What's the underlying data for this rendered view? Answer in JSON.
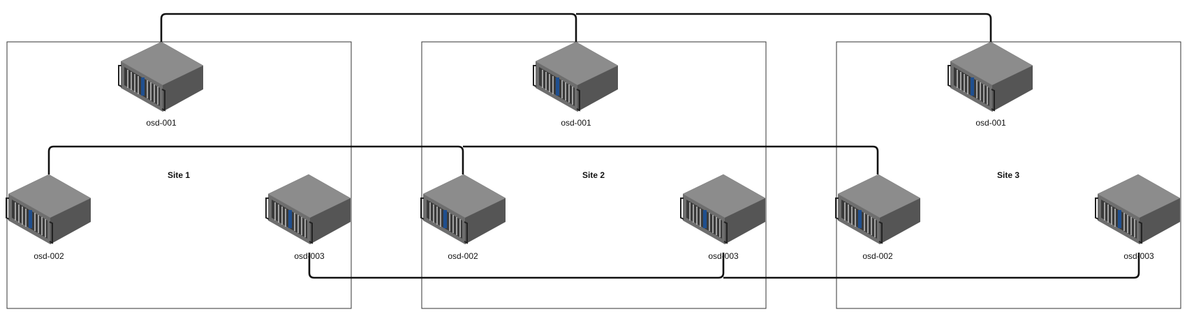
{
  "colors": {
    "background": "#ffffff",
    "box_border": "#333333",
    "wire": "#111111",
    "server_top": "#8c8c8c",
    "server_front": "#6e6e6e",
    "server_side": "#555555",
    "drive_blue": "#1f4f8f"
  },
  "sites": [
    {
      "label": "Site 1",
      "nodes": [
        {
          "label": "osd-001",
          "icon": "rack-server-icon"
        },
        {
          "label": "osd-002",
          "icon": "rack-server-icon"
        },
        {
          "label": "osd-003",
          "icon": "rack-server-icon"
        }
      ]
    },
    {
      "label": "Site 2",
      "nodes": [
        {
          "label": "osd-001",
          "icon": "rack-server-icon"
        },
        {
          "label": "osd-002",
          "icon": "rack-server-icon"
        },
        {
          "label": "osd-003",
          "icon": "rack-server-icon"
        }
      ]
    },
    {
      "label": "Site 3",
      "nodes": [
        {
          "label": "osd-001",
          "icon": "rack-server-icon"
        },
        {
          "label": "osd-002",
          "icon": "rack-server-icon"
        },
        {
          "label": "osd-003",
          "icon": "rack-server-icon"
        }
      ]
    }
  ],
  "links": [
    {
      "from": "Site 1 osd-001",
      "to": [
        "Site 2 osd-001",
        "Site 3 osd-001"
      ]
    },
    {
      "from": "Site 1 osd-002",
      "to": [
        "Site 2 osd-002",
        "Site 3 osd-002"
      ]
    },
    {
      "from": "Site 1 osd-003",
      "to": [
        "Site 2 osd-003",
        "Site 3 osd-003"
      ]
    }
  ]
}
